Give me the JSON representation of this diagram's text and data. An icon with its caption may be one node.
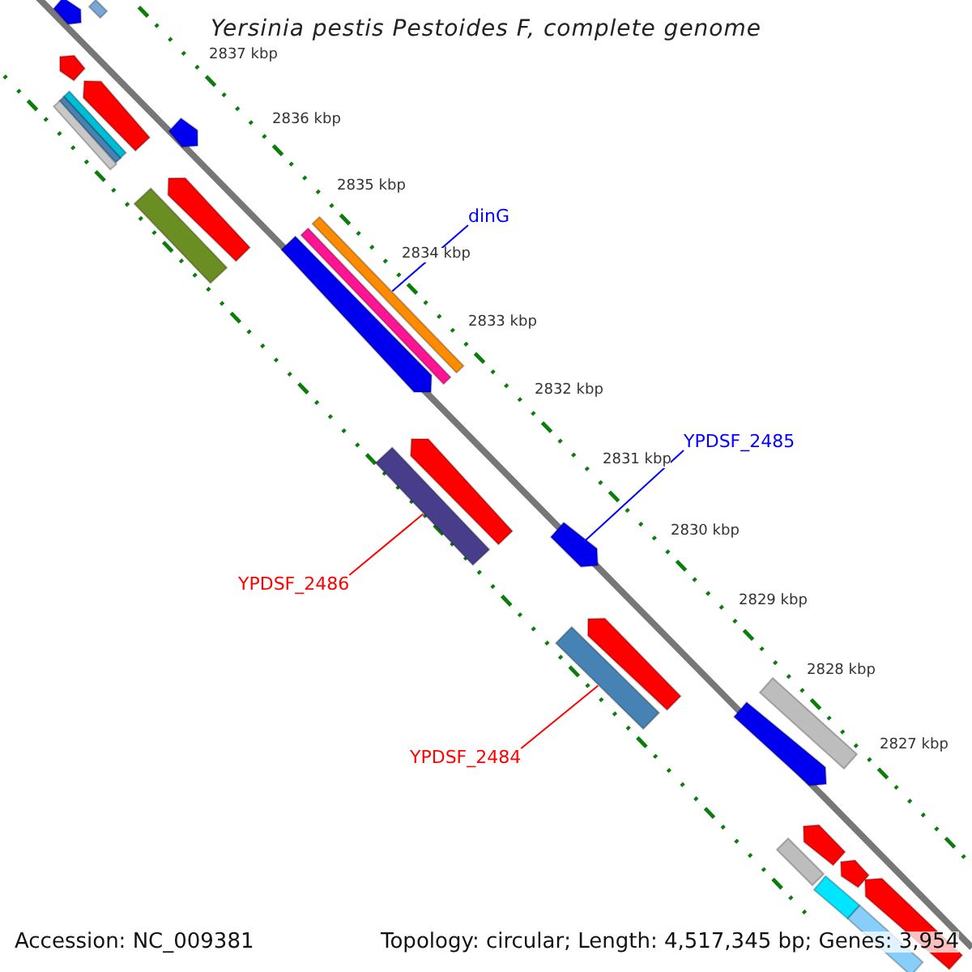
{
  "diagram": {
    "title": "Yersinia pestis Pestoides F, complete genome",
    "nodes": [
      {
        "text": [
          "dinG"
        ]
      },
      {
        "text": [],
        "shape": "bar"
      },
      {
        "text": [
          "YPDSF_2485"
        ]
      },
      {
        "text": [],
        "shape": "bar"
      },
      {
        "text": [
          "YPDSF_2486"
        ]
      },
      {
        "text": [],
        "shape": "bar"
      },
      {
        "text": [
          "YPDSF_2484"
        ]
      },
      {
        "text": [],
        "shape": "bar"
      }
    ],
    "edges": [
      {
        "from": 0,
        "to": 1,
        "arrow": "none",
        "color": "#0000ff"
      },
      {
        "from": 2,
        "to": 3,
        "arrow": "none",
        "color": "#0000ff"
      },
      {
        "from": 4,
        "to": 5,
        "arrow": "none",
        "color": "#ff0000"
      },
      {
        "from": 6,
        "to": 7,
        "arrow": "none",
        "color": "#ff0000"
      }
    ],
    "labels": [
      "2837 kbp",
      "2836 kbp",
      "2835 kbp",
      "2834 kbp",
      "2833 kbp",
      "2832 kbp",
      "2831 kbp",
      "2830 kbp",
      "2829 kbp",
      "2828 kbp",
      "2827 kbp",
      "Accession: NC_009381",
      "Topology: circular; Length: 4,517,345 bp; Genes: 3,954"
    ]
  }
}
